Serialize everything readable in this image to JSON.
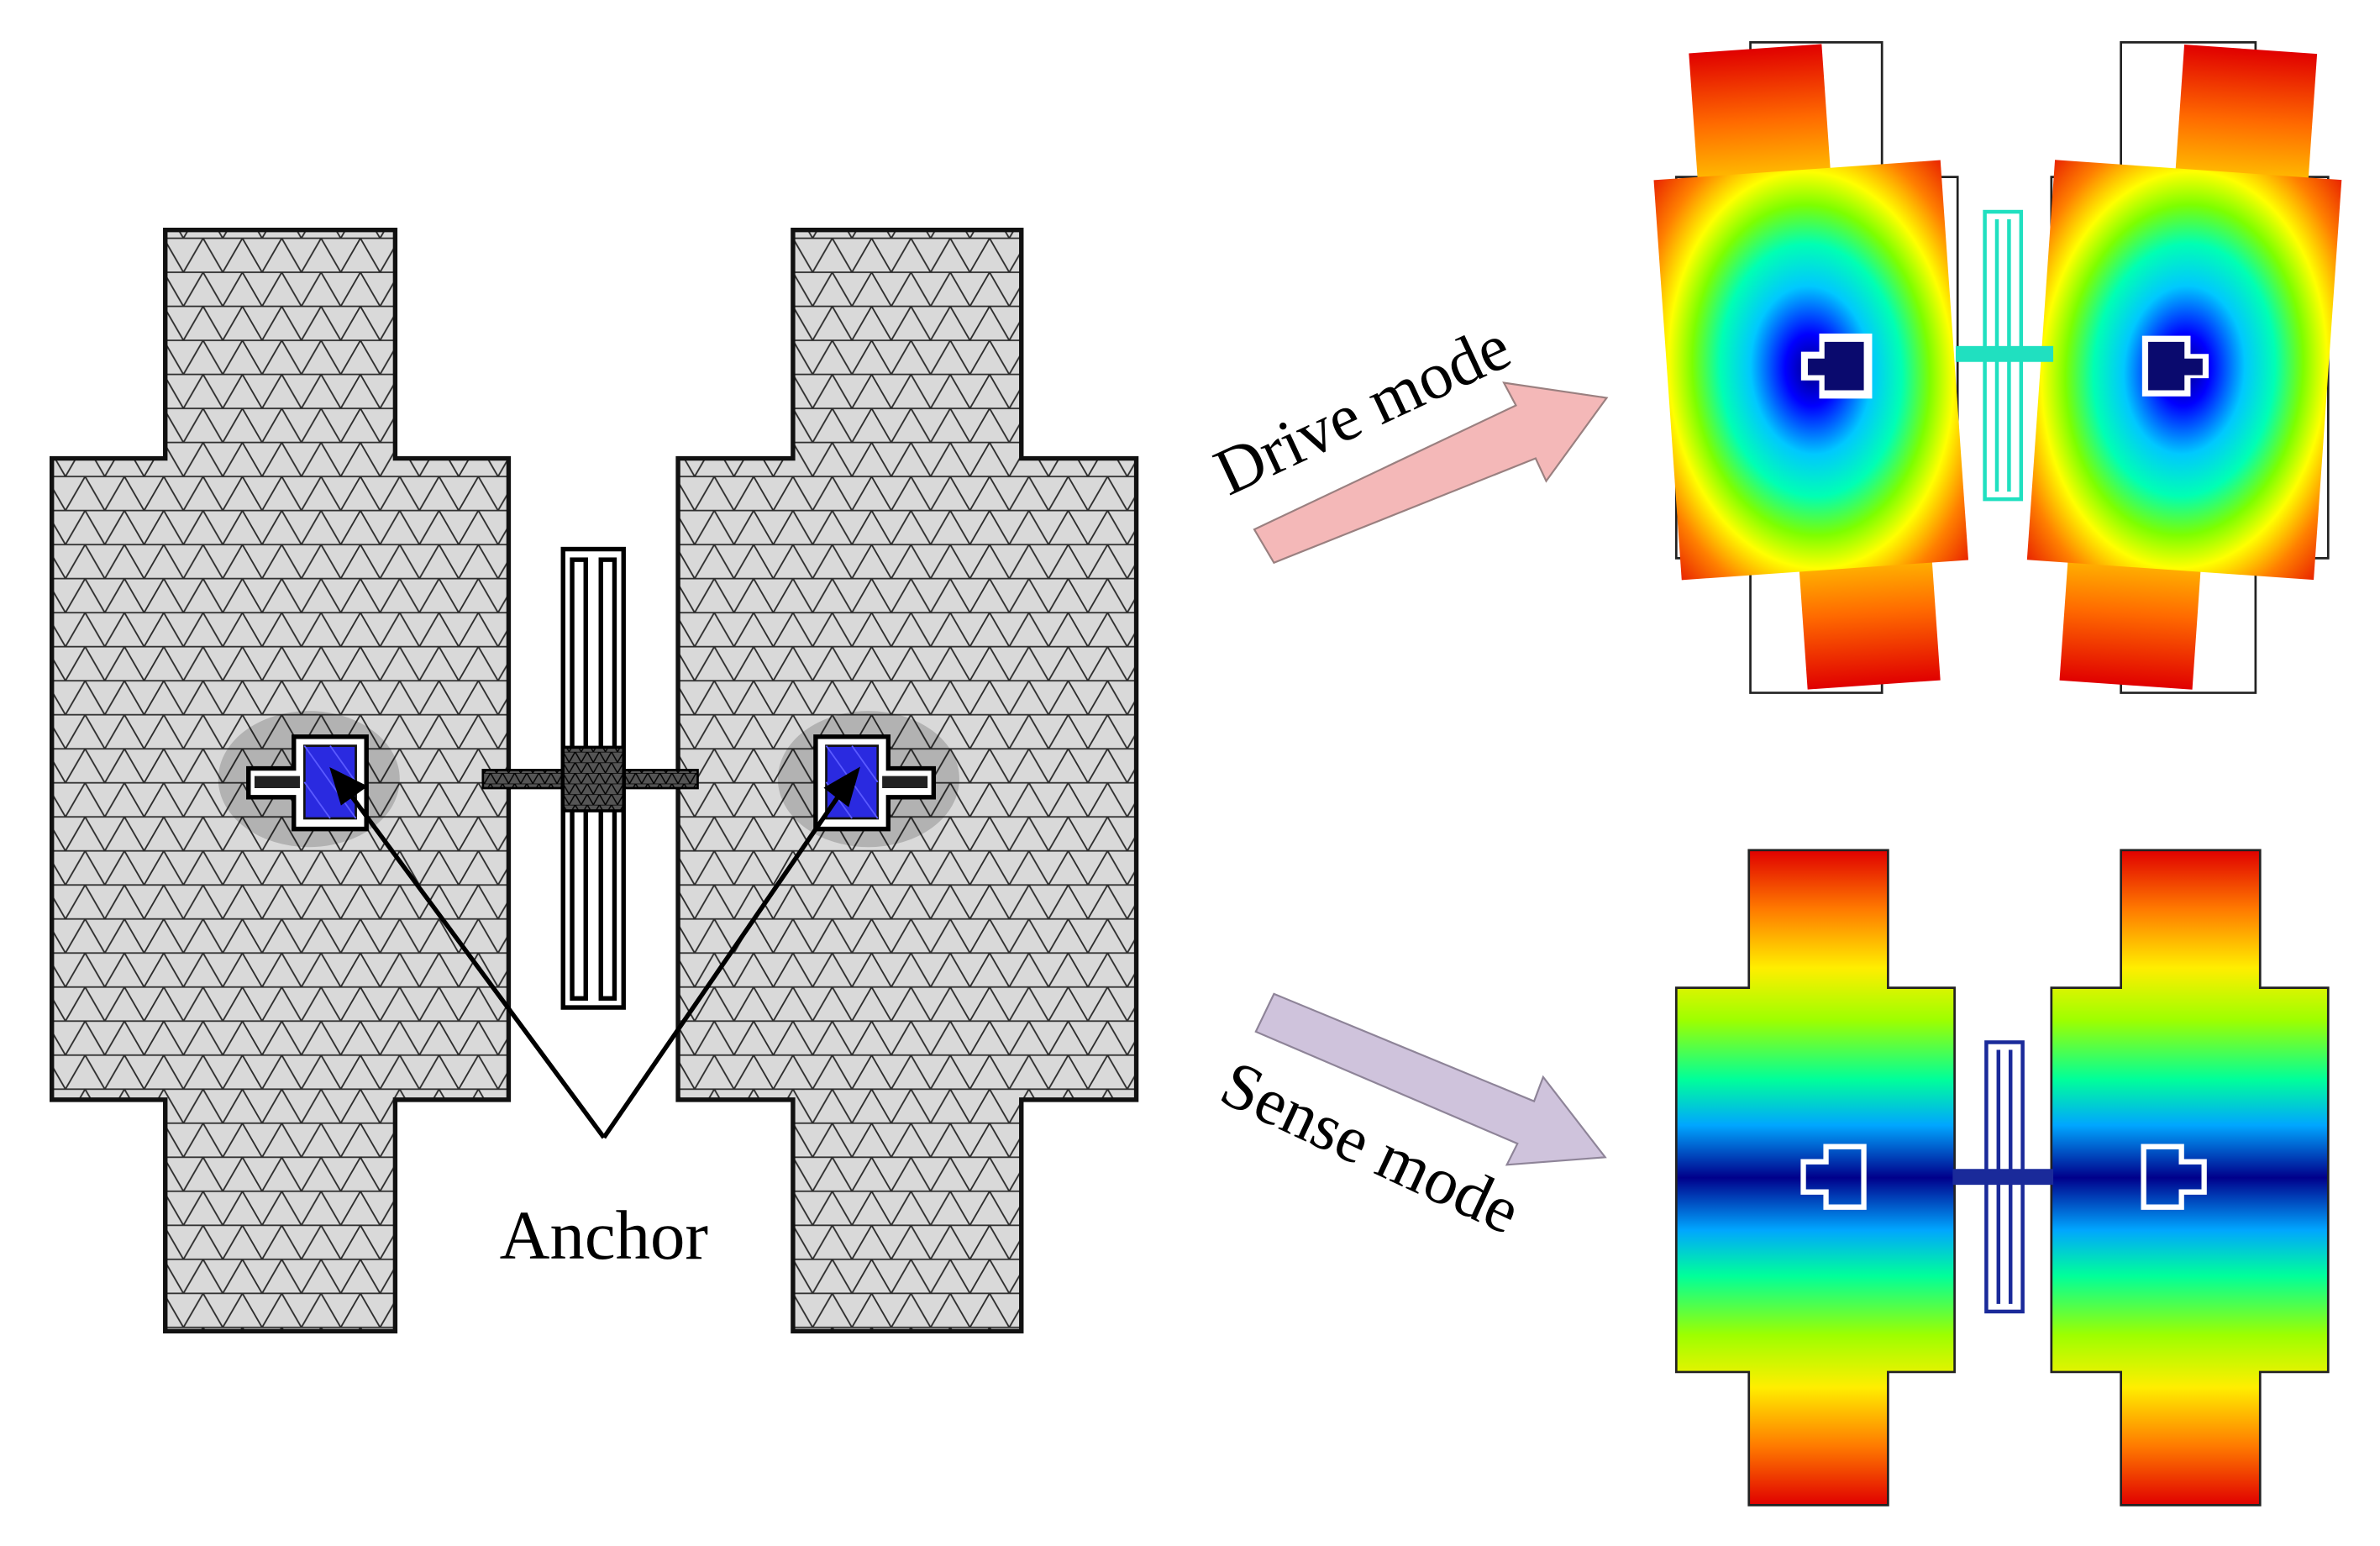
{
  "labels": {
    "anchor": "Anchor",
    "drive_mode": "Drive mode",
    "sense_mode": "Sense mode"
  },
  "colors": {
    "mesh_fill": "#d4d4d4",
    "mesh_line": "#1a1a1a",
    "anchor_fill": "#2a2ae0",
    "drive_arrow": "#f4b8b8",
    "sense_arrow": "#cfc3dc",
    "outline": "#111111"
  },
  "icons": {
    "drive_arrow": "arrow-right-up",
    "sense_arrow": "arrow-right-down"
  }
}
